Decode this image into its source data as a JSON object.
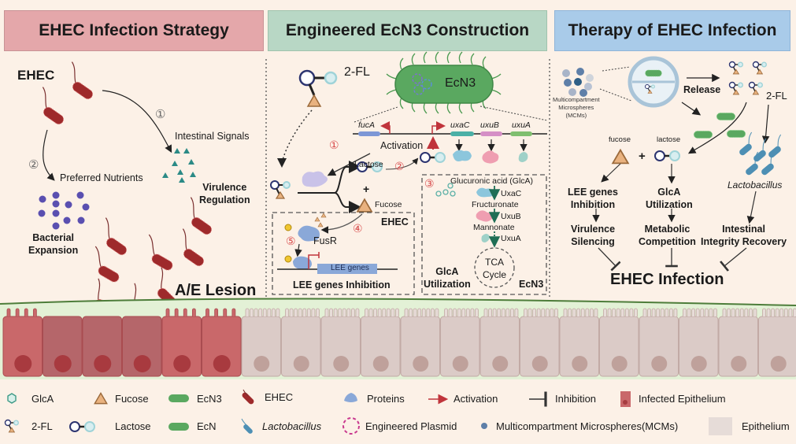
{
  "panels": {
    "left": {
      "title": "EHEC Infection Strategy",
      "ehec_label": "EHEC",
      "step1": "①",
      "step2": "②",
      "intestinal_signals": "Intestinal Signals",
      "preferred_nutrients": "Preferred Nutrients",
      "bacterial_expansion": [
        "Bacterial",
        "Expansion"
      ],
      "virulence_regulation": [
        "Virulence",
        "Regulation"
      ],
      "lesion": "A/E Lesion"
    },
    "middle": {
      "title": "Engineered EcN3 Construction",
      "two_fl": "2-FL",
      "ecn3": "EcN3",
      "genes": [
        "fucA",
        "uxaC",
        "uxuB",
        "uxuA"
      ],
      "activation": "Activation",
      "step1": "①",
      "step2": "②",
      "step3": "③",
      "step4": "④",
      "step5": "⑤",
      "lactose": "Lactose",
      "plus": "+",
      "fucose": "Fucose",
      "ehec_box_label": "EHEC",
      "fusr": "FusR",
      "lee_genes": "LEE genes",
      "lee_inhibition": "LEE genes Inhibition",
      "glca_title": "Glucuronic acid (GlcA)",
      "uxac": "UxaC",
      "fructuronate": "Fructuronate",
      "uxub": "UxuB",
      "mannonate": "Mannonate",
      "uxua": "UxuA",
      "tca": [
        "TCA",
        "Cycle"
      ],
      "glca_utilization": [
        "GlcA",
        "Utilization"
      ],
      "ecn3_box_label": "EcN3"
    },
    "right": {
      "title": "Therapy of EHEC Infection",
      "mcms": [
        "Multicompartment",
        "Microspheres",
        "(MCMs)"
      ],
      "release": "Release",
      "two_fl": "2-FL",
      "fucose": "fucose",
      "lactose": "lactose",
      "plus": "+",
      "lactobacillus": "Lactobacillus",
      "lee_inhibition": [
        "LEE genes",
        "Inhibition"
      ],
      "glca_utilization": [
        "GlcA",
        "Utilization"
      ],
      "virulence_silencing": [
        "Virulence",
        "Silencing"
      ],
      "metabolic_competition": [
        "Metabolic",
        "Competition"
      ],
      "intestinal_recovery": [
        "Intestinal",
        "Integrity Recovery"
      ],
      "ehec_infection": "EHEC Infection"
    }
  },
  "legend": {
    "row1": [
      "GlcA",
      "Fucose",
      "EcN3",
      "EHEC",
      "Proteins",
      "Activation",
      "Inhibition",
      "Infected Epithelium"
    ],
    "row2": [
      "2-FL",
      "Lactose",
      "EcN",
      "Lactobacillus",
      "Engineered Plasmid",
      "Multicompartment Microspheres(MCMs)",
      "Epithelium"
    ]
  },
  "colors": {
    "left_header": "#e4a7aa",
    "middle_header": "#b8d7c5",
    "right_header": "#a9cbe9",
    "ehec_bacterium": "#9e2a2b",
    "ecn_green": "#5aa860",
    "activation_red": "#c0343b",
    "infected_cell": "#c9686a",
    "healthy_cell": "#dbcbc7",
    "mucus": "#e3f1d6"
  }
}
